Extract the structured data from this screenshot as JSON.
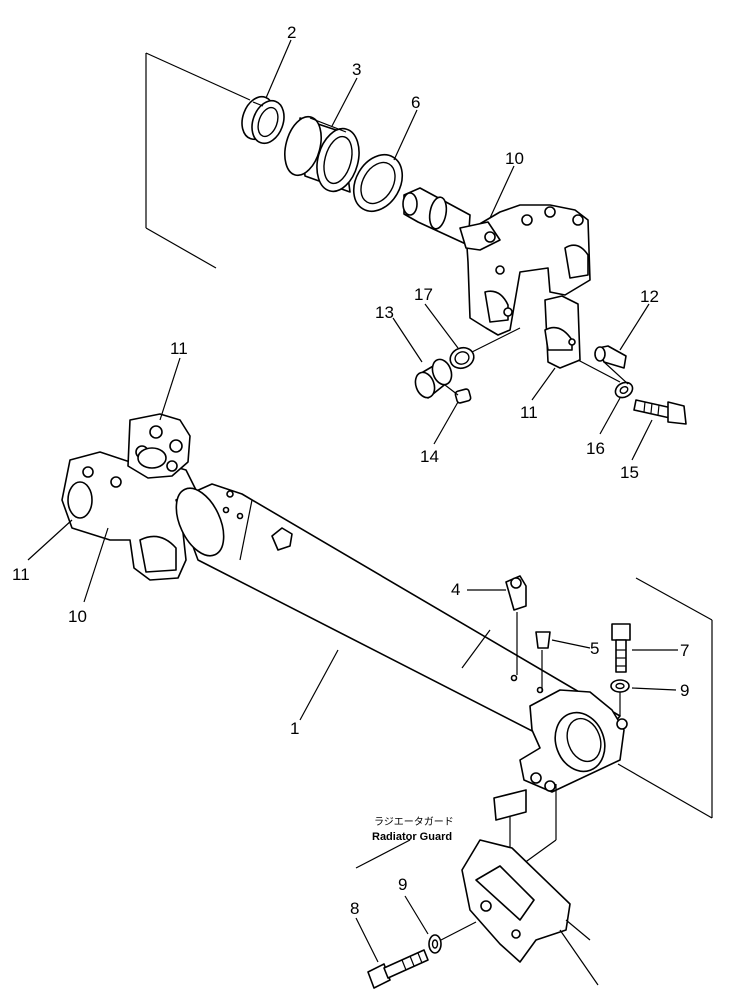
{
  "callouts": [
    {
      "id": "c2",
      "text": "2"
    },
    {
      "id": "c3",
      "text": "3"
    },
    {
      "id": "c6",
      "text": "6"
    },
    {
      "id": "c10a",
      "text": "10"
    },
    {
      "id": "c17",
      "text": "17"
    },
    {
      "id": "c12",
      "text": "12"
    },
    {
      "id": "c13",
      "text": "13"
    },
    {
      "id": "c11a",
      "text": "11"
    },
    {
      "id": "c11b",
      "text": "11"
    },
    {
      "id": "c14",
      "text": "14"
    },
    {
      "id": "c16",
      "text": "16"
    },
    {
      "id": "c15",
      "text": "15"
    },
    {
      "id": "c11c",
      "text": "11"
    },
    {
      "id": "c10b",
      "text": "10"
    },
    {
      "id": "c4",
      "text": "4"
    },
    {
      "id": "c5",
      "text": "5"
    },
    {
      "id": "c7",
      "text": "7"
    },
    {
      "id": "c9a",
      "text": "9"
    },
    {
      "id": "c1",
      "text": "1"
    },
    {
      "id": "c8",
      "text": "8"
    },
    {
      "id": "c9b",
      "text": "9"
    }
  ],
  "note": {
    "japanese": "ラジエータガード",
    "english": "Radiator Guard"
  }
}
